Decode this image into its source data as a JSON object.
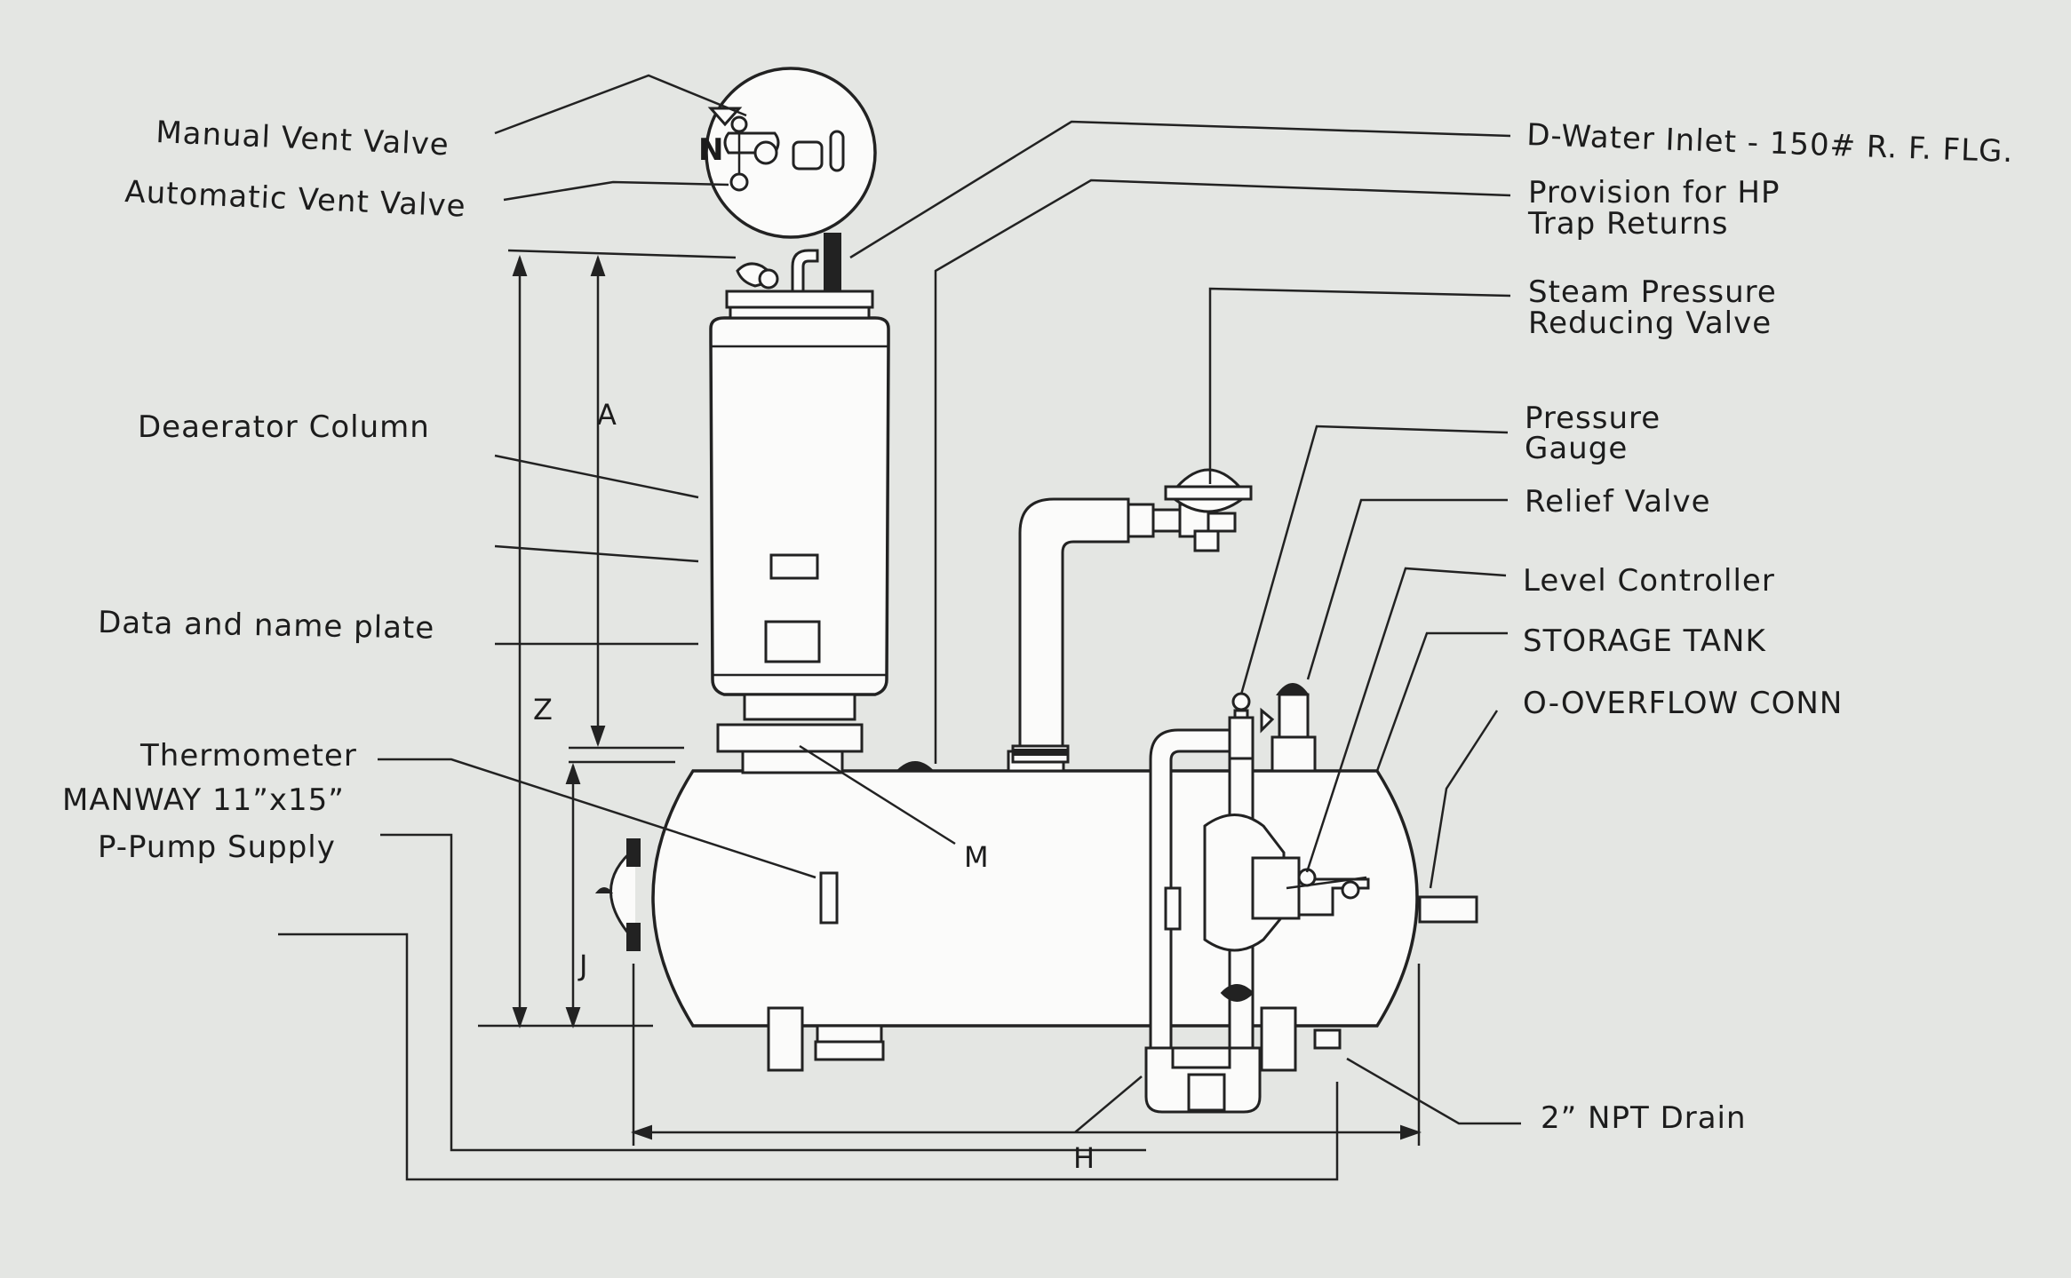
{
  "labels": {
    "manual_vent_valve": "Manual Vent Valve",
    "automatic_vent_valve": "Automatic Vent Valve",
    "deaerator_column": "Deaerator Column",
    "data_name_plate": "Data and name plate",
    "thermometer": "Thermometer",
    "manway": "MANWAY 11”x15”",
    "pump_supply": "P-Pump Supply",
    "water_inlet": "D-Water Inlet - 150# R. F. FLG.",
    "hp_trap_line1": "Provision for HP",
    "hp_trap_line2": "Trap Returns",
    "steam_prv_line1": "Steam Pressure",
    "steam_prv_line2": "Reducing Valve",
    "pressure_gauge_line1": "Pressure",
    "pressure_gauge_line2": "Gauge",
    "relief_valve": "Relief Valve",
    "level_controller": "Level Controller",
    "storage_tank": "STORAGE TANK",
    "overflow_conn": "O-OVERFLOW CONN",
    "npt_drain": "2” NPT Drain"
  },
  "dimensions": {
    "a": "A",
    "z": "Z",
    "j": "J",
    "h": "H",
    "m": "M"
  },
  "colors": {
    "background": "#e4e6e3",
    "line": "#222222",
    "equipment_fill": "#fbfbfa"
  }
}
